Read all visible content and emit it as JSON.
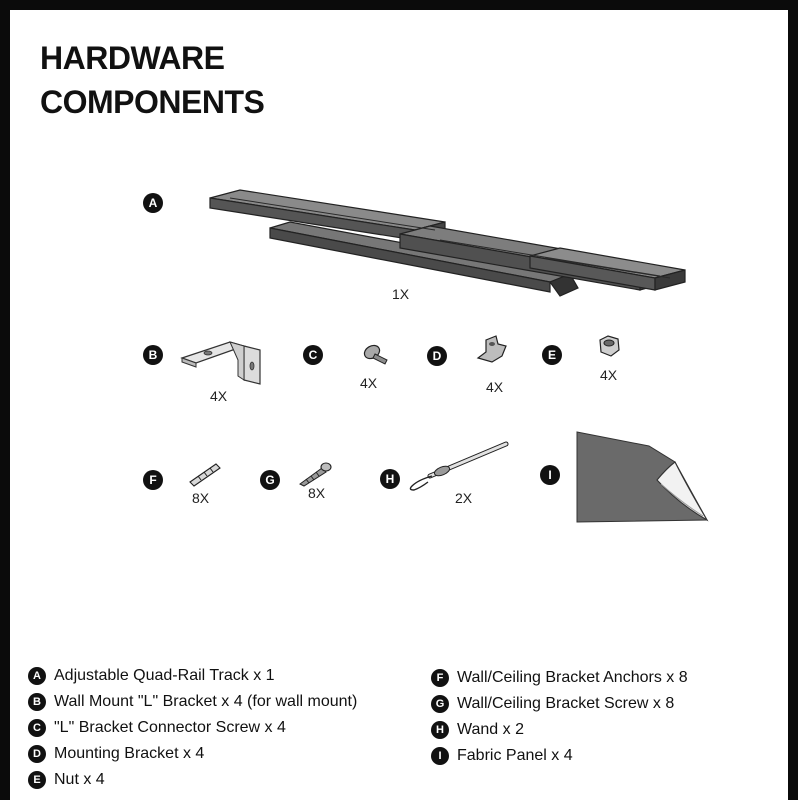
{
  "title": {
    "line1": "HARDWARE",
    "line2": "COMPONENTS"
  },
  "parts": {
    "a": {
      "letter": "A",
      "qty": "1X"
    },
    "b": {
      "letter": "B",
      "qty": "4X"
    },
    "c": {
      "letter": "C",
      "qty": "4X"
    },
    "d": {
      "letter": "D",
      "qty": "4X"
    },
    "e": {
      "letter": "E",
      "qty": "4X"
    },
    "f": {
      "letter": "F",
      "qty": "8X"
    },
    "g": {
      "letter": "G",
      "qty": "8X"
    },
    "h": {
      "letter": "H",
      "qty": "2X"
    },
    "i": {
      "letter": "I"
    }
  },
  "legend": {
    "left": [
      {
        "letter": "A",
        "text": "Adjustable Quad-Rail Track x 1"
      },
      {
        "letter": "B",
        "text": "Wall Mount \"L\" Bracket x 4 (for wall mount)"
      },
      {
        "letter": "C",
        "text": "\"L\" Bracket Connector Screw x 4"
      },
      {
        "letter": "D",
        "text": "Mounting Bracket x 4"
      },
      {
        "letter": "E",
        "text": "Nut x 4"
      }
    ],
    "right": [
      {
        "letter": "F",
        "text": "Wall/Ceiling Bracket Anchors x 8"
      },
      {
        "letter": "G",
        "text": "Wall/Ceiling Bracket Screw x 8"
      },
      {
        "letter": "H",
        "text": "Wand x 2"
      },
      {
        "letter": "I",
        "text": "Fabric Panel x 4"
      }
    ]
  },
  "colors": {
    "background": "#0b0b0b",
    "sheet": "#ffffff",
    "part_fill": "#6e6e6e",
    "part_dark": "#3a3a3a"
  }
}
